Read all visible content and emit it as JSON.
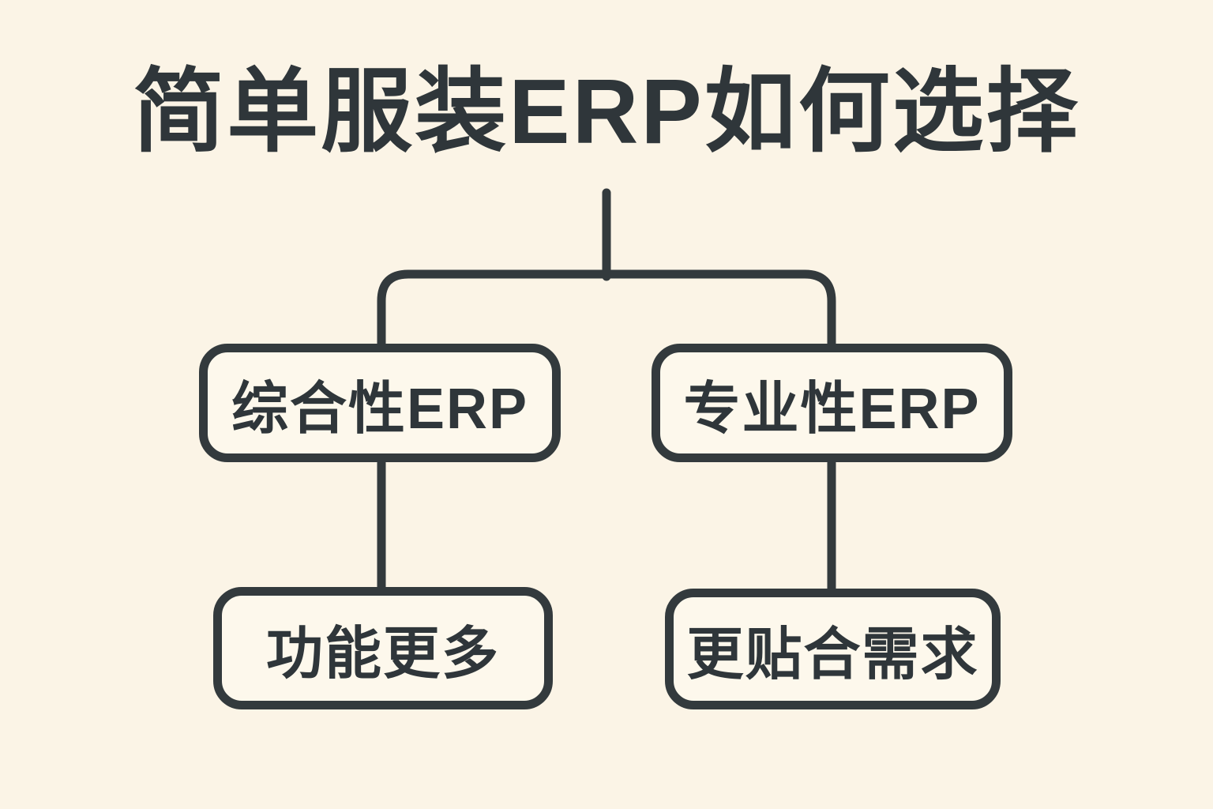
{
  "colors": {
    "background": "#FBF4E6",
    "box_background": "#FDF8EC",
    "line": "#333A3D",
    "text": "#2F363A"
  },
  "diagram": {
    "title": "简单服装ERP如何选择",
    "nodes": {
      "left_parent": "综合性ERP",
      "right_parent": "专业性ERP",
      "left_child": "功能更多",
      "right_child": "更贴合需求"
    },
    "tree": {
      "root_label": "简单服装ERP如何选择",
      "branches": [
        {
          "label": "综合性ERP",
          "child": "功能更多"
        },
        {
          "label": "专业性ERP",
          "child": "更贴合需求"
        }
      ]
    }
  }
}
